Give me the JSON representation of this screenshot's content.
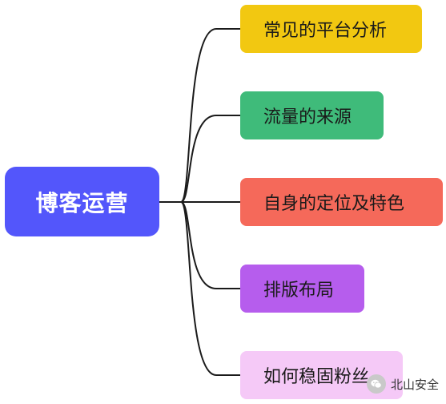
{
  "root": {
    "label": "博客运营",
    "color": "#5356fb"
  },
  "children": [
    {
      "label": "常见的平台分析",
      "color": "#f2c811"
    },
    {
      "label": "流量的来源",
      "color": "#3fbb7a"
    },
    {
      "label": "自身的定位及特色",
      "color": "#f5695a"
    },
    {
      "label": "排版布局",
      "color": "#b65ded"
    },
    {
      "label": "如何稳固粉丝",
      "color": "#f5c9f7"
    }
  ],
  "connector_color": "#1a1a1a",
  "watermark": {
    "text": "北山安全",
    "icon": "wechat-icon"
  }
}
